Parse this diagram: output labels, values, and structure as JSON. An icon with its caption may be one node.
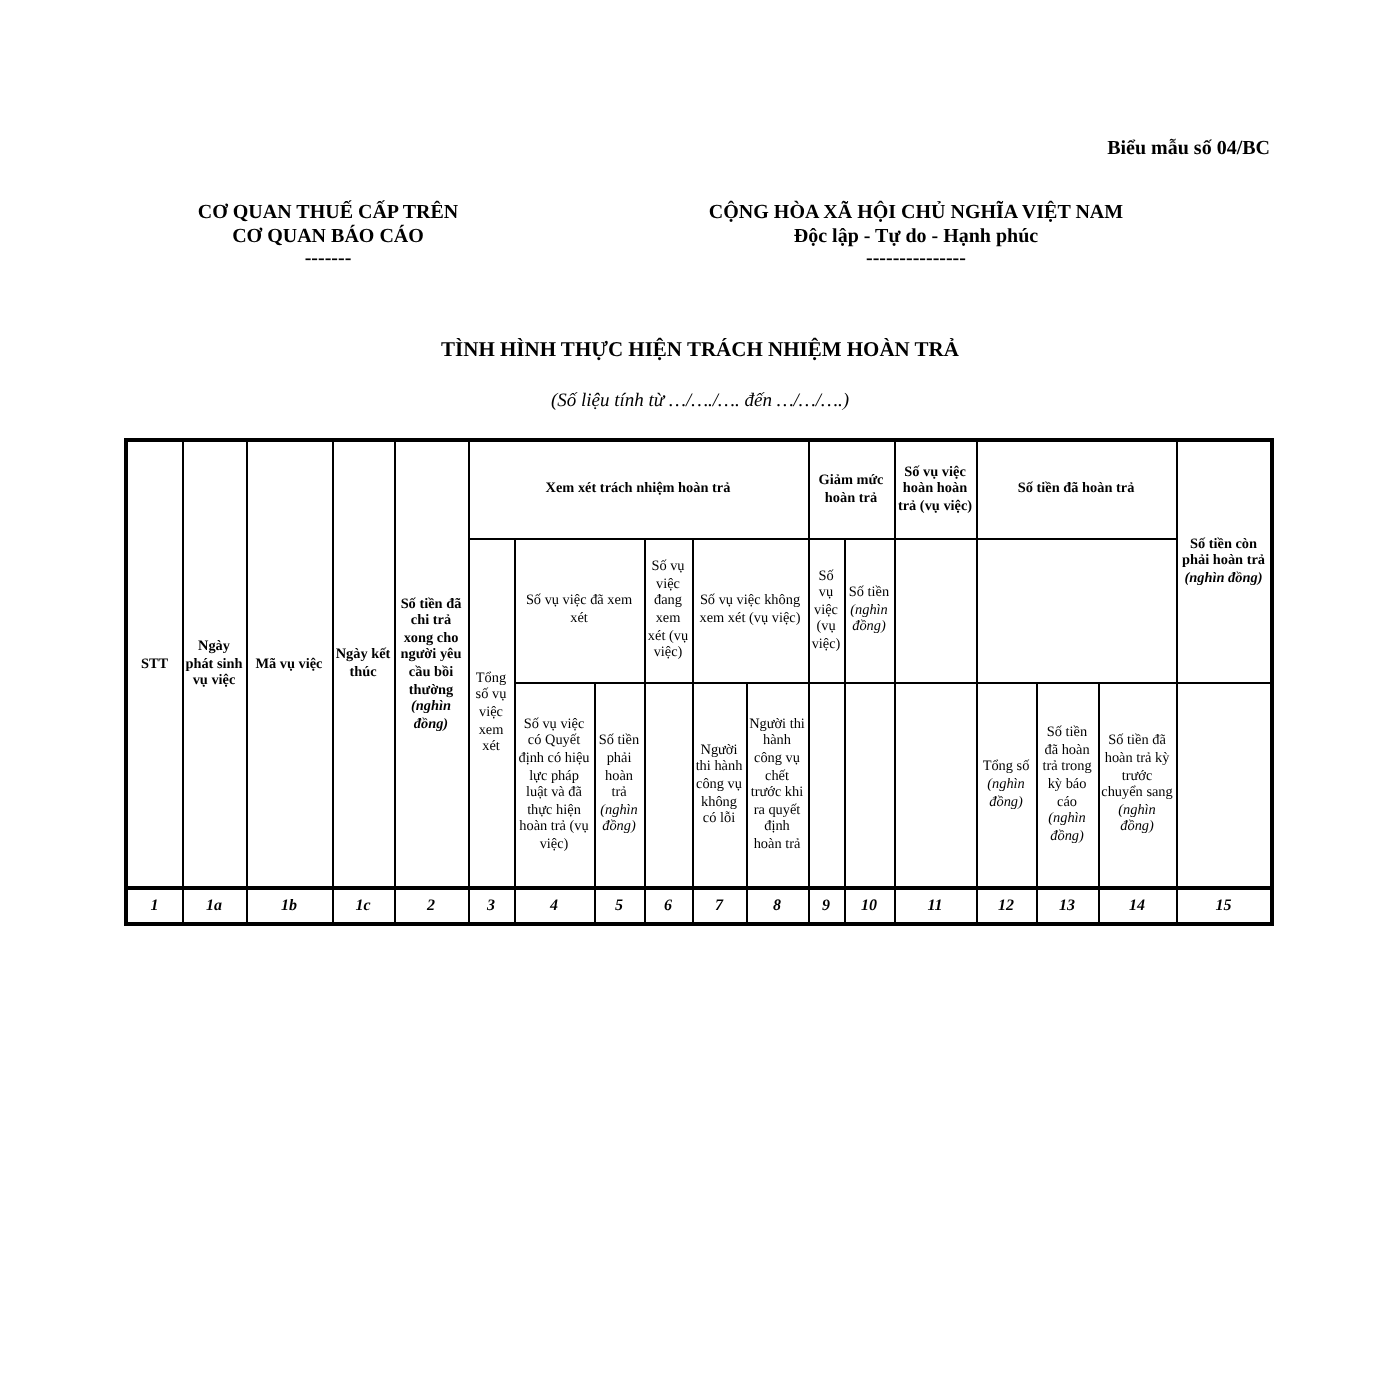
{
  "diagram": {
    "title": "TÌNH HÌNH THỰC HIỆN TRÁCH NHIỆM HOÀN TRẢ",
    "labels": [
      "Biểu mẫu số 04/BC",
      "CƠ QUAN THUẾ CẤP TRÊN",
      "CƠ QUAN BÁO CÁO",
      "-------",
      "CỘNG HÒA XÃ HỘI CHỦ NGHĨA VIỆT NAM",
      "Độc lập - Tự do - Hạnh phúc",
      "---------------",
      "(Số liệu tính từ …/…./…. đến …/…/….)",
      "STT",
      "Ngày phát sinh vụ việc",
      "Mã vụ việc",
      "Ngày kết thúc",
      "Số tiền đã chi trả xong cho người yêu cầu bồi thường *(nghìn đồng)*",
      "Xem xét trách nhiệm hoàn trả",
      "Giảm mức hoàn trả",
      "**Số vụ việc hoàn hoàn trả** (vụ việc)",
      "Số tiền đã hoàn trả",
      "Số tiền còn phải hoàn trả *(nghìn đồng)*",
      "Tổng số vụ việc xem xét",
      "Số vụ việc đã xem xét",
      "Số vụ việc đang xem xét (vụ việc)",
      "Số vụ việc không xem xét (vụ việc)",
      "Số vụ việc (vụ việc)",
      "Số tiền *(nghìn đồng)*",
      "Số vụ việc có Quyết định có hiệu lực pháp luật và đã thực hiện hoàn trả (vụ việc)",
      "Số tiền phải hoàn trả *(nghìn đồng)*",
      "Người thi hành công vụ không có lỗi",
      "Người thi hành công vụ chết trước khi ra quyết định hoàn trả",
      "Tổng số *(nghìn đồng)*",
      "Số tiền đã hoàn trả trong kỳ báo cáo *(nghìn đồng)*",
      "Số tiền đã hoàn trả kỳ trước chuyển sang *(nghìn đồng)*",
      "1",
      "1a",
      "1b",
      "1c",
      "2",
      "3",
      "4",
      "5",
      "6",
      "7",
      "8",
      "9",
      "10",
      "11",
      "12",
      "13",
      "14",
      "15"
    ]
  }
}
